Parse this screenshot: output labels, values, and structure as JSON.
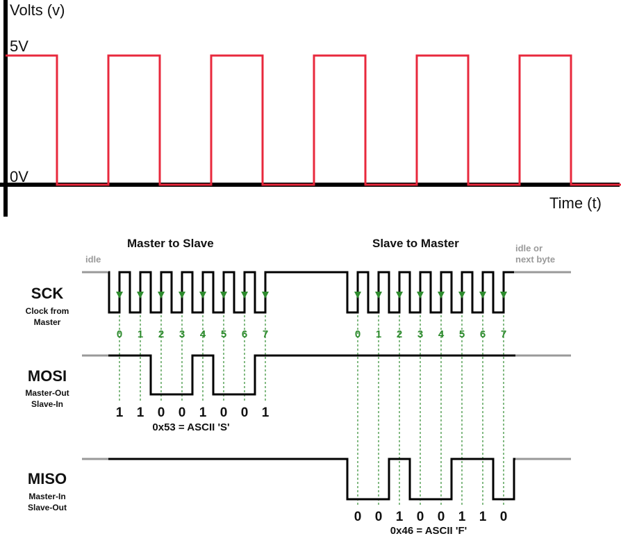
{
  "clock_plot": {
    "y_axis_label": "Volts (v)",
    "x_axis_label": "Time (t)",
    "high_label": "5V",
    "low_label": "0V",
    "waveform_color": "#e8283c",
    "axis_color": "#000000",
    "cycles": 6
  },
  "spi": {
    "heading_left": "Master to Slave",
    "heading_right": "Slave to Master",
    "idle_label": "idle",
    "idle_next_label": [
      "idle or",
      "next byte"
    ],
    "sample_color": "#2e8b2e",
    "idle_line_color": "#999999",
    "signals": {
      "sck": {
        "name": "SCK",
        "subtitle": [
          "Clock from",
          "Master"
        ]
      },
      "mosi": {
        "name": "MOSI",
        "subtitle": [
          "Master-Out",
          "Slave-In"
        ]
      },
      "miso": {
        "name": "MISO",
        "subtitle": [
          "Master-In",
          "Slave-Out"
        ]
      }
    },
    "bit_indices": [
      "0",
      "1",
      "2",
      "3",
      "4",
      "5",
      "6",
      "7"
    ],
    "mosi_bits": [
      "1",
      "1",
      "0",
      "0",
      "1",
      "0",
      "0",
      "1"
    ],
    "mosi_byte_label": "0x53 = ASCII 'S'",
    "miso_bits": [
      "0",
      "0",
      "1",
      "0",
      "0",
      "1",
      "1",
      "0"
    ],
    "miso_byte_label": "0x46 = ASCII 'F'"
  }
}
